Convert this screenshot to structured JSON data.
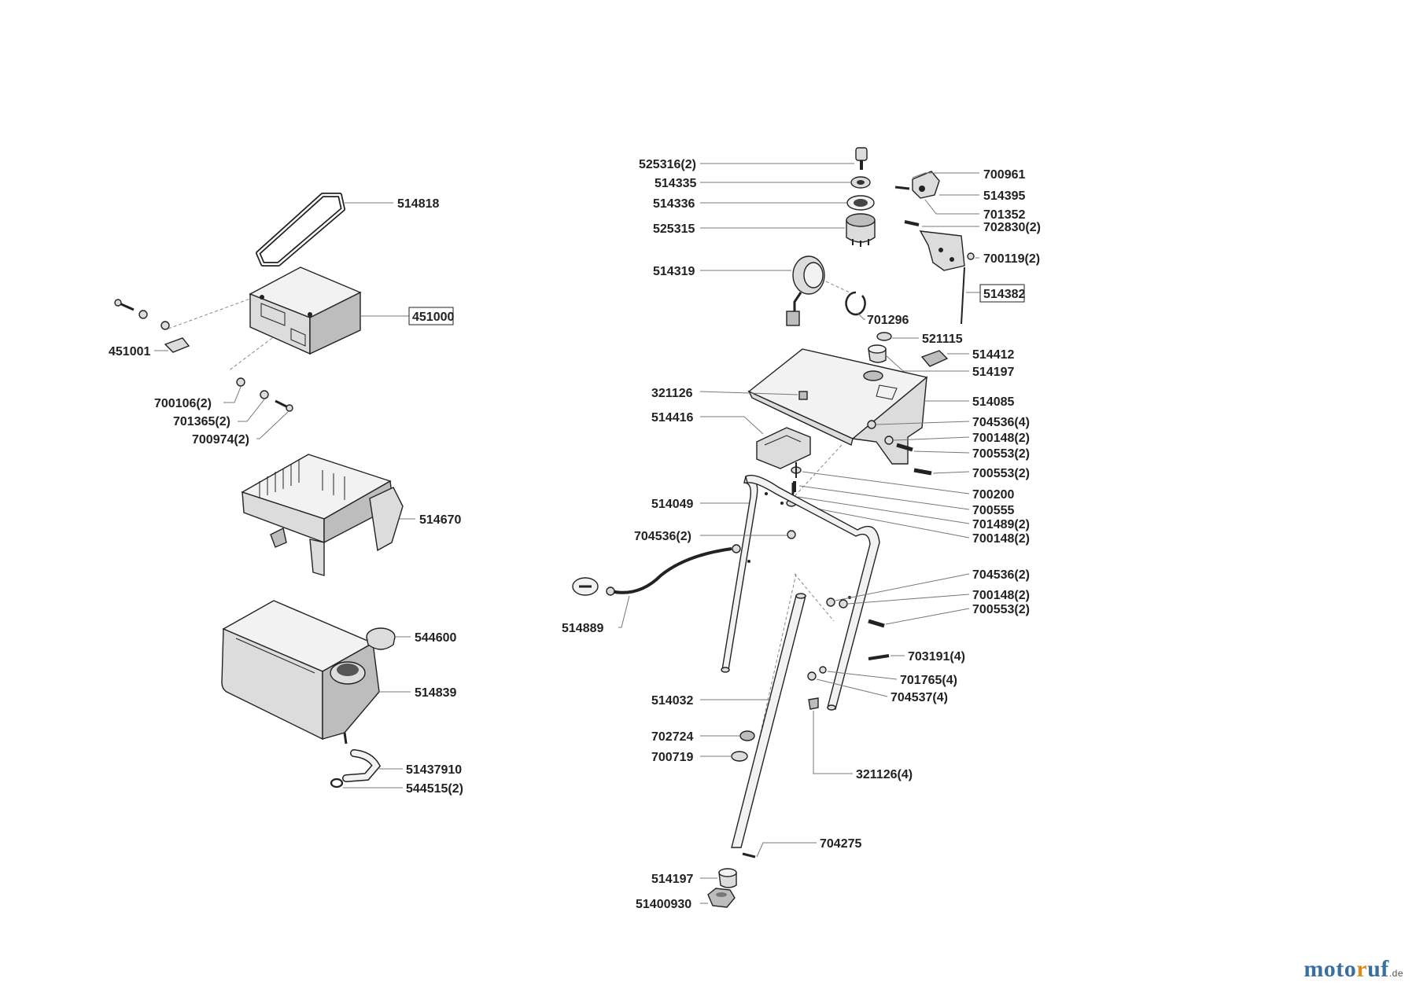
{
  "parts": {
    "p514818": "514818",
    "p451000": "451000",
    "p451001": "451001",
    "p700106": "700106(2)",
    "p701365": "701365(2)",
    "p700974": "700974(2)",
    "p514670": "514670",
    "p544600": "544600",
    "p514839": "514839",
    "p51437910": "51437910",
    "p544515": "544515(2)",
    "p525316": "525316(2)",
    "p514335": "514335",
    "p514336": "514336",
    "p525315": "525315",
    "p514319": "514319",
    "p701296": "701296",
    "p700961": "700961",
    "p514395": "514395",
    "p701352": "701352",
    "p702830": "702830(2)",
    "p700119": "700119(2)",
    "p514382": "514382",
    "p521115": "521115",
    "p514412": "514412",
    "p514197a": "514197",
    "p321126": "321126",
    "p514085": "514085",
    "p514416": "514416",
    "p704536_4": "704536(4)",
    "p700148_a": "700148(2)",
    "p700553_a": "700553(2)",
    "p700553_b": "700553(2)",
    "p700200": "700200",
    "p700555": "700555",
    "p701489": "701489(2)",
    "p700148_b": "700148(2)",
    "p514049": "514049",
    "p704536_l": "704536(2)",
    "p514889": "514889",
    "p704536_r": "704536(2)",
    "p700148_c": "700148(2)",
    "p700553_c": "700553(2)",
    "p703191": "703191(4)",
    "p701765": "701765(4)",
    "p704537": "704537(4)",
    "p514032": "514032",
    "p702724": "702724",
    "p700719": "700719",
    "p321126_4": "321126(4)",
    "p704275": "704275",
    "p514197b": "514197",
    "p51400930": "51400930"
  },
  "brand": {
    "a": "moto",
    "b": "r",
    "c": "uf",
    "d": ".de"
  }
}
